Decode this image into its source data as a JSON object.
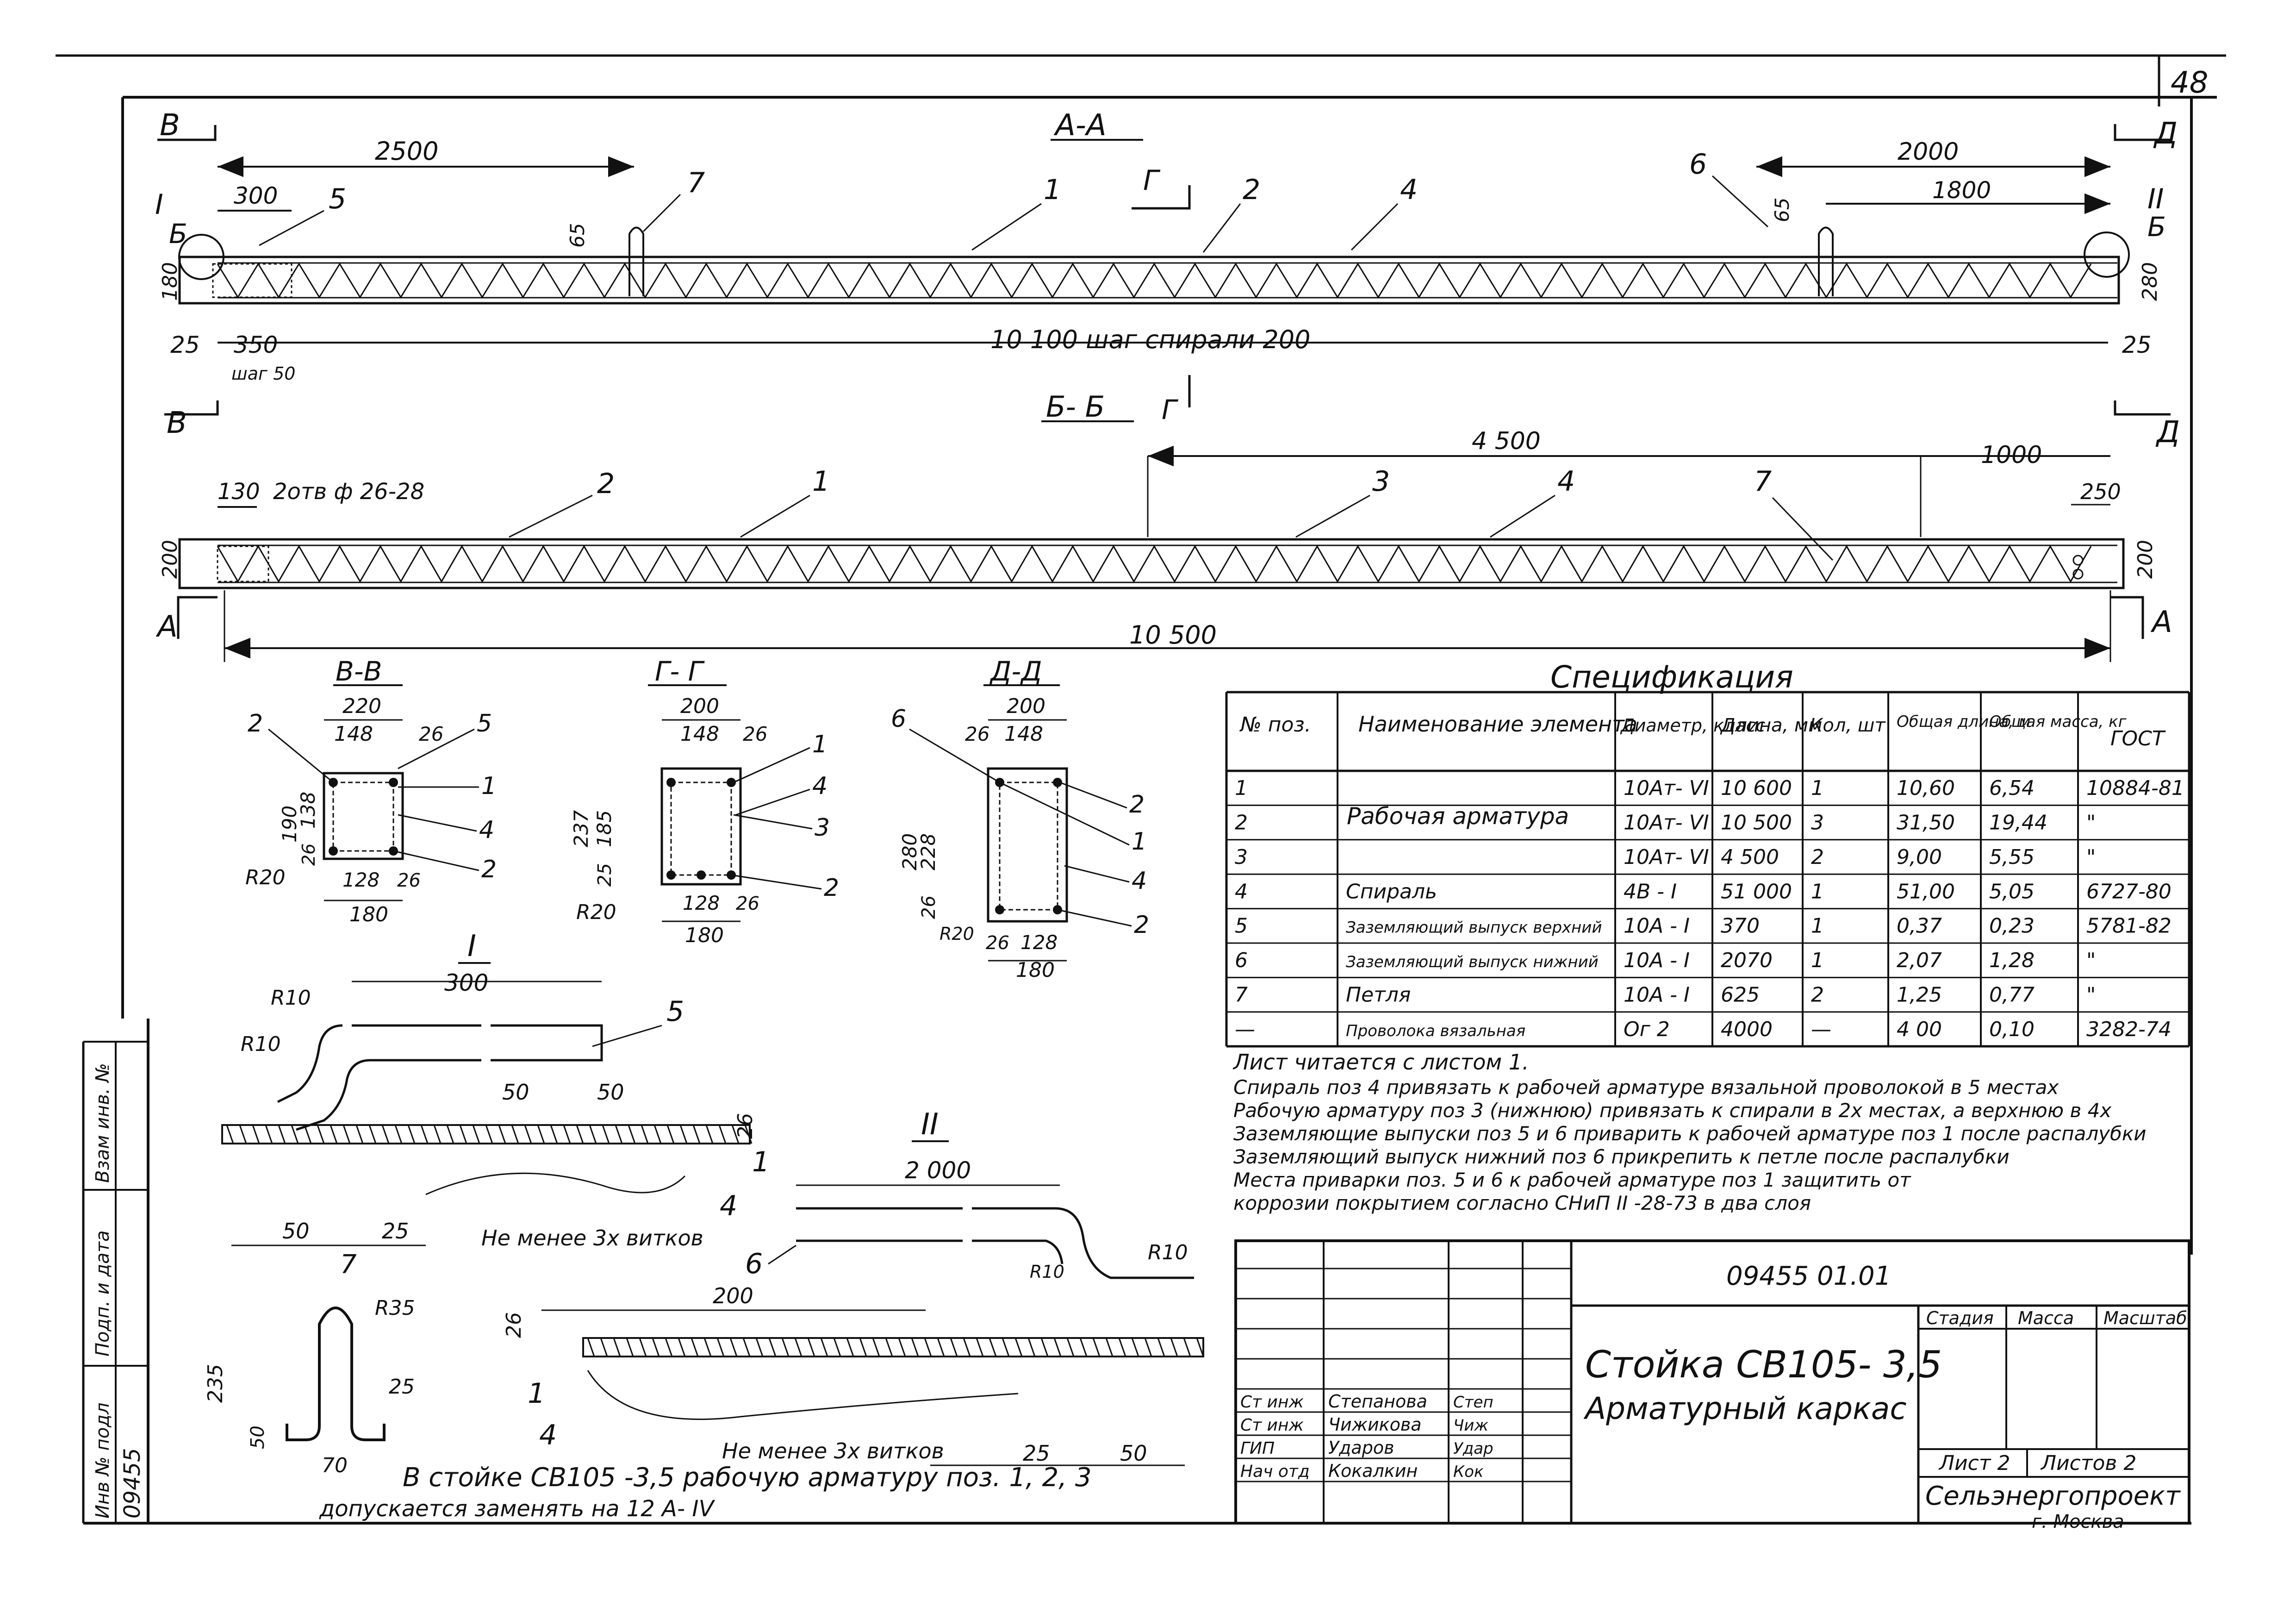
{
  "sheet_number": "48",
  "views": {
    "aa": {
      "title": "А-А",
      "mark_left": "В",
      "mark_right": "Д",
      "mark_g": "Г",
      "callout_i": "I",
      "callout_ii": "II",
      "mark_b_left": "Б",
      "mark_b_right": "Б",
      "dims": {
        "d2500": "2500",
        "d300": "300",
        "d2000": "2000",
        "d1800": "1800",
        "d65a": "65",
        "d65b": "65",
        "d180": "180",
        "d280": "280",
        "d25l": "25",
        "d350": "350",
        "d25r": "25",
        "step_label": "шаг 50",
        "bottom": "10 100  шаг  спирали   200"
      },
      "positions": [
        "5",
        "7",
        "1",
        "2",
        "4",
        "6"
      ]
    },
    "bb": {
      "title": "Б- Б",
      "mark_left": "А",
      "mark_right": "А",
      "mark_g": "Г",
      "dims": {
        "d130": "130",
        "holes": "2отв ф 26-28",
        "d4500": "4 500",
        "d1000": "1000",
        "d250": "250",
        "d200l": "200",
        "d200r": "200",
        "d10500": "10 500"
      },
      "positions": [
        "2",
        "1",
        "3",
        "4",
        "7"
      ]
    },
    "sections": {
      "vv": {
        "title": "В-В",
        "d220": "220",
        "d148": "148",
        "d26": "26",
        "d190": "190",
        "d138": "138",
        "d26b": "26",
        "r20": "R20",
        "d128": "128",
        "d26c": "26",
        "d180": "180",
        "p": [
          "2",
          "5",
          "1",
          "4",
          "2"
        ]
      },
      "gg": {
        "title": "Г- Г",
        "d200": "200",
        "d148": "148",
        "d26": "26",
        "d237": "237",
        "d185": "185",
        "d25": "25",
        "r20": "R20",
        "d128": "128",
        "d26b": "26",
        "d180": "180",
        "p": [
          "1",
          "4",
          "3",
          "2"
        ]
      },
      "dd": {
        "title": "Д-Д",
        "d200": "200",
        "d26": "26",
        "d148": "148",
        "d280": "280",
        "d228": "228",
        "d26b": "26",
        "r20": "R20",
        "d26c": "26",
        "d128": "128",
        "d180": "180",
        "p": [
          "6",
          "2",
          "1",
          "4",
          "2"
        ]
      }
    },
    "detail_i": {
      "title": "I",
      "d300": "300",
      "r10a": "R10",
      "r10b": "R10",
      "d50a": "50",
      "d50b": "50",
      "d26": "26",
      "d50c": "50",
      "d25": "25",
      "note": "Не менее 3х витков",
      "p": [
        "5",
        "1",
        "4"
      ]
    },
    "detail_ii": {
      "title": "II",
      "d2000": "2 000",
      "r10a": "R10",
      "r10b": "R10",
      "d200": "200",
      "d26": "26",
      "d25": "25",
      "d50": "50",
      "note": "Не менее 3х витков",
      "p": [
        "6",
        "1",
        "4"
      ]
    },
    "loop": {
      "p": "7",
      "r35": "R35",
      "d235": "235",
      "d25": "25",
      "d50": "50",
      "d70": "70"
    }
  },
  "bottom_note": {
    "line1": "В стойке  СВ105 -3,5  рабочую арматуру поз. 1, 2, 3",
    "line2": "допускается  заменять   на  12 А- IV"
  },
  "spec": {
    "title": "Спецификация",
    "headers": [
      "№ поз.",
      "Наименование элемента",
      "Диаметр, класс",
      "Длина, мм",
      "Кол, шт",
      "Общая длина, м",
      "Общая масса, кг",
      "ГОСТ"
    ],
    "group_label": "Рабочая арматура",
    "rows": [
      [
        "1",
        "",
        "10Ат- VI",
        "10 600",
        "1",
        "10,60",
        "6,54",
        "10884-81"
      ],
      [
        "2",
        "",
        "10Ат- VI",
        "10 500",
        "3",
        "31,50",
        "19,44",
        "\""
      ],
      [
        "3",
        "",
        "10Ат- VI",
        "4 500",
        "2",
        "9,00",
        "5,55",
        "\""
      ],
      [
        "4",
        "Спираль",
        "4В - I",
        "51 000",
        "1",
        "51,00",
        "5,05",
        "6727-80"
      ],
      [
        "5",
        "Заземляющий выпуск верхний",
        "10А - I",
        "370",
        "1",
        "0,37",
        "0,23",
        "5781-82"
      ],
      [
        "6",
        "Заземляющий выпуск нижний",
        "10А - I",
        "2070",
        "1",
        "2,07",
        "1,28",
        "\""
      ],
      [
        "7",
        "Петля",
        "10А - I",
        "625",
        "2",
        "1,25",
        "0,77",
        "\""
      ],
      [
        "—",
        "Проволока вязальная",
        "Ог 2",
        "4000",
        "—",
        "4 00",
        "0,10",
        "3282-74"
      ]
    ]
  },
  "notes": [
    "Лист читается  с  листом 1.",
    "Спираль поз 4 привязать к рабочей арматуре вязальной проволокой в 5 местах",
    "Рабочую арматуру поз 3 (нижнюю) привязать к спирали в 2х местах, а верхнюю в 4х",
    "Заземляющие выпуски поз 5 и 6 приварить к рабочей арматуре поз 1 после распалубки",
    "Заземляющий выпуск нижний поз 6 прикрепить к петле после распалубки",
    "Места приварки поз. 5 и 6 к рабочей арматуре поз 1 защитить  от",
    "коррозии покрытием согласно СНиП II -28-73 в два слоя"
  ],
  "title_block": {
    "code": "09455 01.01",
    "title_main": "Стойка СВ105- 3,5",
    "title_sub": "Арматурный каркас",
    "col_stage": "Стадия",
    "col_mass": "Масса",
    "col_scale": "Масштаб",
    "sheet": "Лист 2",
    "sheets": "Листов 2",
    "org": "Сельэнергопроект",
    "city": "г. Москва",
    "staff": [
      {
        "role": "Ст инж",
        "name": "Степанова",
        "sign": "Степ"
      },
      {
        "role": "Ст инж",
        "name": "Чижикова",
        "sign": "Чиж"
      },
      {
        "role": "ГИП",
        "name": "Ударов",
        "sign": "Удар"
      },
      {
        "role": "Нач отд",
        "name": "Кокалкин",
        "sign": "Кок"
      }
    ]
  },
  "side_stamp": {
    "c1": "Взам инв. №",
    "c2": "Подп. и дата",
    "c3": "Инв № подл",
    "c4": "09455"
  }
}
